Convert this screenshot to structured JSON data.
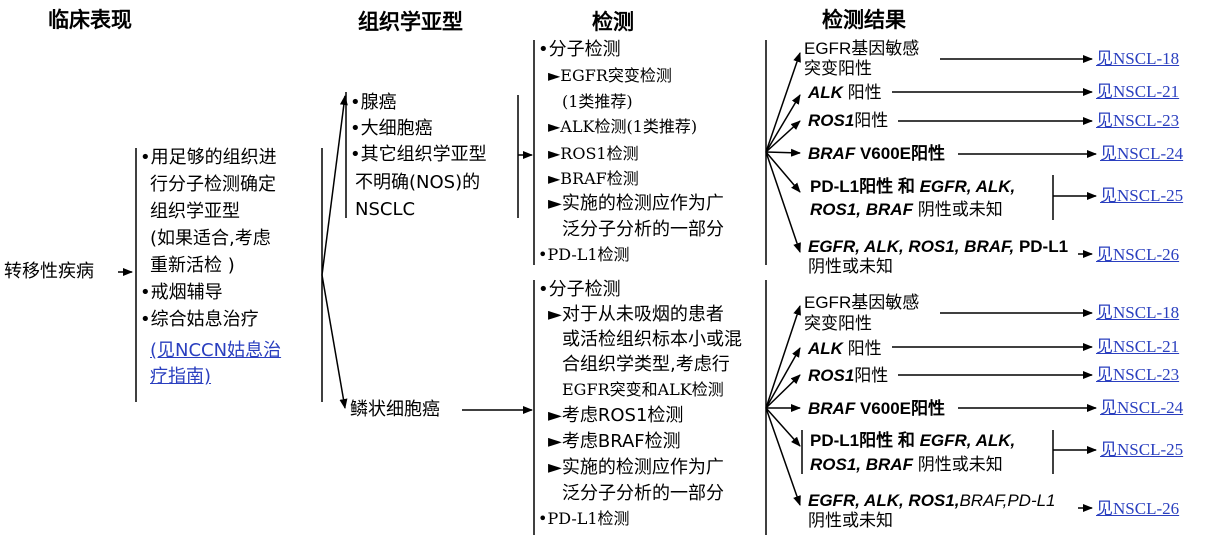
{
  "headers": {
    "clinical": "临床表现",
    "histology": "组织学亚型",
    "testing": "检测",
    "results": "检测结果"
  },
  "left": {
    "label": "转移性疾病"
  },
  "clinical_items": [
    "•用足够的组织进",
    "行分子检测确定",
    "组织学亚型",
    "(如果适合,考虑",
    "重新活检 )",
    "•戒烟辅导",
    "•综合姑息治疗"
  ],
  "palliative_link": [
    "(见NCCN姑息治",
    "疗指南)"
  ],
  "histology_top": [
    "•腺癌",
    "•大细胞癌",
    "•其它组织学亚型",
    "不明确(NOS)的",
    "NSCLC"
  ],
  "histology_bottom": "鳞状细胞癌",
  "testing_top": [
    "•分子检测",
    "►EGFR突变检测",
    "(1类推荐)",
    "►ALK检测(1类推荐)",
    "►ROS1检测",
    "►BRAF检测",
    "►实施的检测应作为广",
    "泛分子分析的一部分",
    "•PD-L1检测"
  ],
  "testing_bottom": [
    "•分子检测",
    "►对于从未吸烟的患者",
    "或活检组织标本小或混",
    "合组织学类型,考虑行",
    "EGFR突变和ALK检测",
    "►考虑ROS1检测",
    "►考虑BRAF检测",
    "►实施的检测应作为广",
    "泛分子分析的一部分",
    "•PD-L1检测"
  ],
  "results_top": {
    "egfr_1": "EGFR基因敏感",
    "egfr_2": "突变阳性",
    "alk_gene": "ALK",
    "alk_rest": " 阳性",
    "ros1_gene": "ROS1",
    "ros1_rest": "阳性",
    "braf_gene": "BRAF",
    "braf_rest": " V600E阳性",
    "pdl1_a": "PD-L1阳性   和 ",
    "pdl1_b": "EGFR, ALK,",
    "pdl1_c": "ROS1, BRAF",
    "pdl1_d": " 阴性或未知",
    "neg_a": "EGFR, ALK, ROS1, BRAF,",
    "neg_b": " PD-L1",
    "neg_c": "阴性或未知"
  },
  "results_bottom": {
    "egfr_1": "EGFR基因敏感",
    "egfr_2": "突变阳性",
    "alk_gene": "ALK",
    "alk_rest": " 阳性",
    "ros1_gene": "ROS1",
    "ros1_rest": "阳性",
    "braf_gene": "BRAF",
    "braf_rest": " V600E阳性",
    "pdl1_a": "PD-L1阳性   和 ",
    "pdl1_b": "EGFR, ALK,",
    "pdl1_c": "ROS1, BRAF",
    "pdl1_d": " 阴性或未知",
    "neg_a": "EGFR, ALK, ROS1,",
    "neg_b": "BRAF,PD-L1",
    "neg_c": "阴性或未知"
  },
  "links_top": [
    "见NSCL-18",
    "见NSCL-21",
    "见NSCL-23",
    "见NSCL-24",
    "见NSCL-25",
    "见NSCL-26"
  ],
  "links_bottom": [
    "见NSCL-18",
    "见NSCL-21",
    "见NSCL-23",
    "见NSCL-24",
    "见NSCL-25",
    "见NSCL-26"
  ]
}
